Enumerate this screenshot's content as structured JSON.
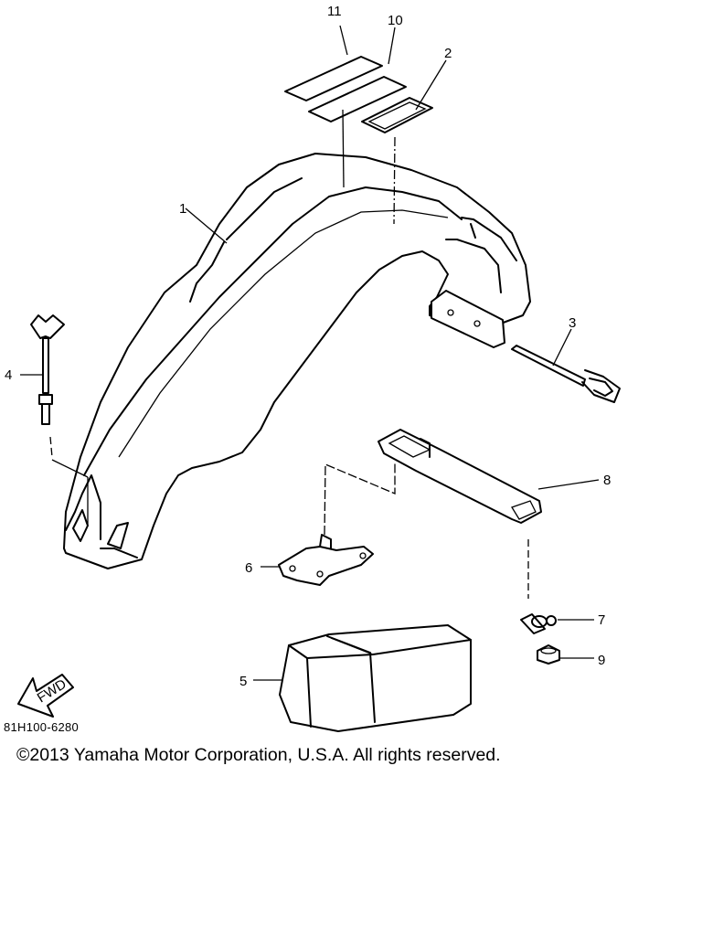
{
  "diagram": {
    "callouts": {
      "c1": "1",
      "c2": "2",
      "c3": "3",
      "c4": "4",
      "c5": "5",
      "c6": "6",
      "c7": "7",
      "c8": "8",
      "c9": "9",
      "c10": "10",
      "c11": "11"
    },
    "fwd_label": "FWD"
  },
  "footer": {
    "figure_code": "81H100-6280",
    "copyright": "©2013 Yamaha Motor Corporation, U.S.A. All rights reserved."
  }
}
